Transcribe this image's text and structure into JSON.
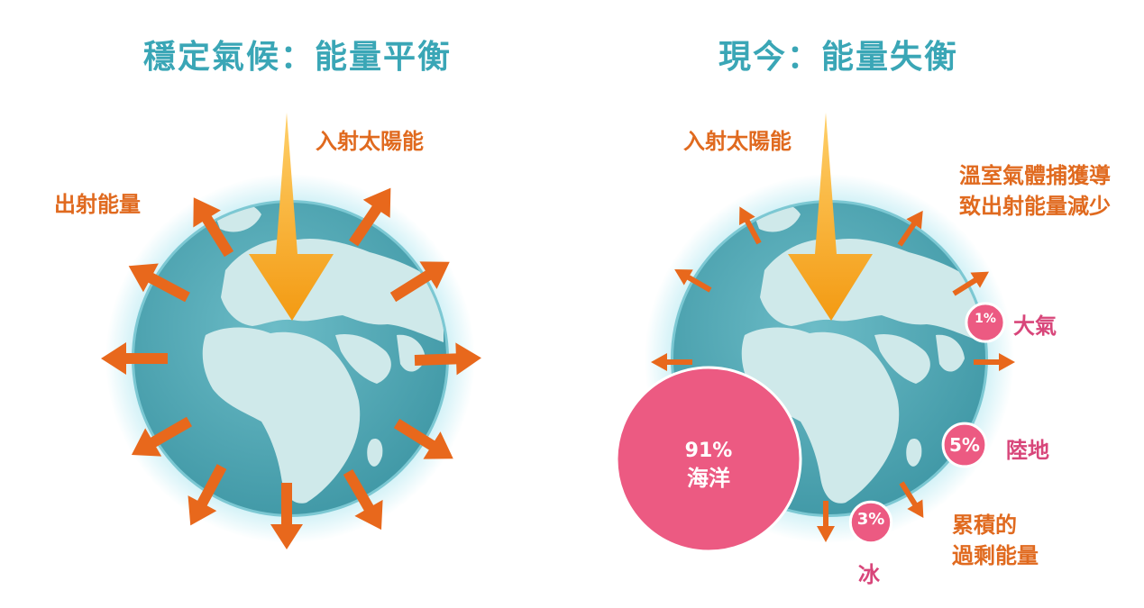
{
  "left_panel": {
    "title": "穩定氣候：能量平衡",
    "incoming_label": "入射太陽能",
    "outgoing_label": "出射能量"
  },
  "right_panel": {
    "title": "現今：能量失衡",
    "incoming_label": "入射太陽能",
    "greenhouse_label_line1": "溫室氣體捕獲導",
    "greenhouse_label_line2": "致出射能量減少",
    "excess_label_line1": "累積的",
    "excess_label_line2": "過剩能量",
    "sinks": [
      {
        "percent": "91%",
        "name": "海洋",
        "value": 91
      },
      {
        "percent": "5%",
        "name": "陸地",
        "value": 5
      },
      {
        "percent": "3%",
        "name": "冰",
        "value": 3
      },
      {
        "percent": "1%",
        "name": "大氣",
        "value": 1
      }
    ]
  },
  "colors": {
    "title": "#3aa6b6",
    "ocean": "#4fa7b4",
    "land": "#cfe9ea",
    "glow": "#bdebf3",
    "solar_arrow": "#f5a21c",
    "outgoing_arrow": "#e8681c",
    "sink_circle": "#ec5a82"
  },
  "icons": [
    "earth-globe",
    "sun-arrow",
    "radiation-arrow"
  ]
}
